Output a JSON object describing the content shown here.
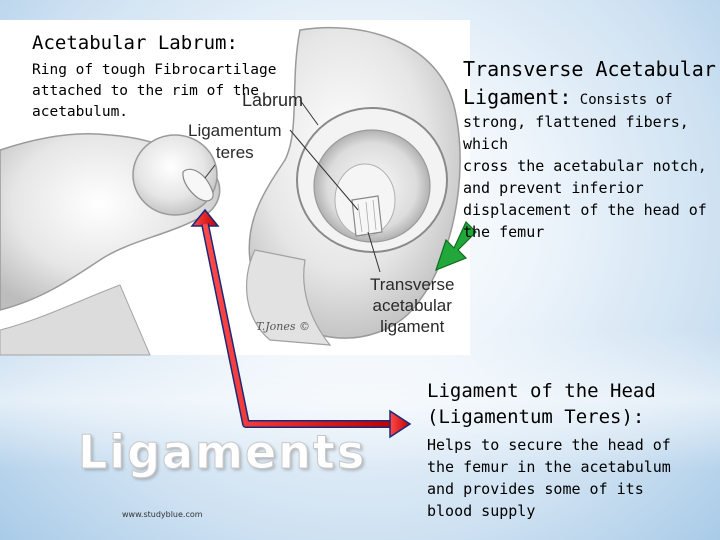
{
  "slide": {
    "labrum_title": "Acetabular Labrum:",
    "labrum_desc": "Ring of tough Fibrocartilage\nattached to the rim of the\nacetabulum.",
    "transverse_title": "Transverse Acetabular\nLigament:",
    "transverse_title_suffix": " Consists of",
    "transverse_desc": "strong, flattened fibers, which\ncross the acetabular notch,\nand prevent inferior\ndisplacement of the head of\nthe femur",
    "head_title": "Ligament of the Head\n(Ligamentum Teres):",
    "head_desc": "Helps to secure the head of\nthe femur in the acetabulum\nand provides some of its\nblood supply",
    "big_title": "Ligaments",
    "watermark": "www.studyblue.com"
  },
  "figure": {
    "label_labrum": "Labrum",
    "label_teres": "Ligamentum\nteres",
    "label_transverse": "Transverse\nacetabular\nligament",
    "signature": "T.Jones ©"
  },
  "colors": {
    "red_arrow": "#d8141c",
    "green_arrow": "#22a83a",
    "bone": "#e9e9e9"
  },
  "icons": {
    "double_arrow": "red-double-arrow-icon",
    "pointer": "green-pointer-arrow-icon"
  }
}
